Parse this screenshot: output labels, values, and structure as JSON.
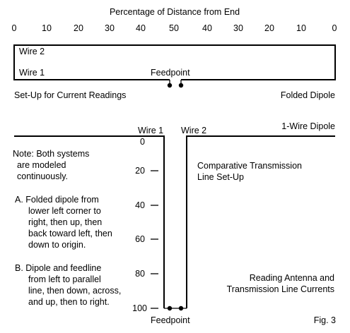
{
  "top_diagram": {
    "axis_title": "Percentage of Distance from End",
    "tick_labels": [
      "0",
      "10",
      "20",
      "30",
      "40",
      "50",
      "40",
      "30",
      "20",
      "10",
      "0"
    ],
    "wire2_label": "Wire 2",
    "wire1_label": "Wire 1",
    "feedpoint_label": "Feedpoint",
    "left_caption": "Set-Up for Current Readings",
    "right_caption": "Folded Dipole"
  },
  "bottom_diagram": {
    "wire1_label": "Wire 1",
    "wire2_label": "Wire 2",
    "dipole_label": "1-Wire Dipole",
    "scale_labels": [
      "0",
      "20",
      "40",
      "60",
      "80",
      "100"
    ],
    "feedpoint_label": "Feedpoint",
    "comparative_line1": "Comparative Transmission",
    "comparative_line2": "Line Set-Up",
    "note_lines": [
      "Note:  Both systems",
      "are modeled",
      "continuously."
    ],
    "a_lines": [
      "A.  Folded dipole from",
      "lower left corner to",
      "right, then up, then",
      "back toward left, then",
      "down to origin."
    ],
    "b_lines": [
      "B.  Dipole and feedline",
      "from left to parallel",
      "line, then down, across,",
      "and up, then to right."
    ],
    "reading_line1": "Reading Antenna and",
    "reading_line2": "Transmission Line Currents",
    "fig_label": "Fig. 3"
  }
}
